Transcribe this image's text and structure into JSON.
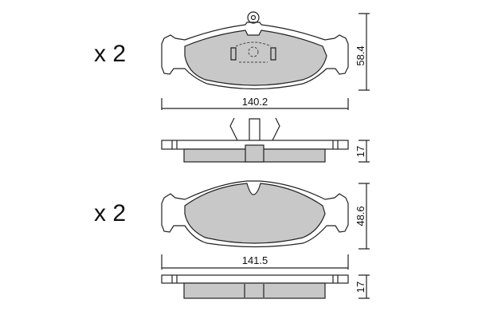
{
  "pads": [
    {
      "quantity": "x 2",
      "height": "58.4",
      "width": "140.2",
      "thickness": "17"
    },
    {
      "quantity": "x 2",
      "height": "48.6",
      "width": "141.5",
      "thickness": "17"
    }
  ],
  "colors": {
    "friction_material": "#c8c8c8",
    "lines": "#222222"
  }
}
